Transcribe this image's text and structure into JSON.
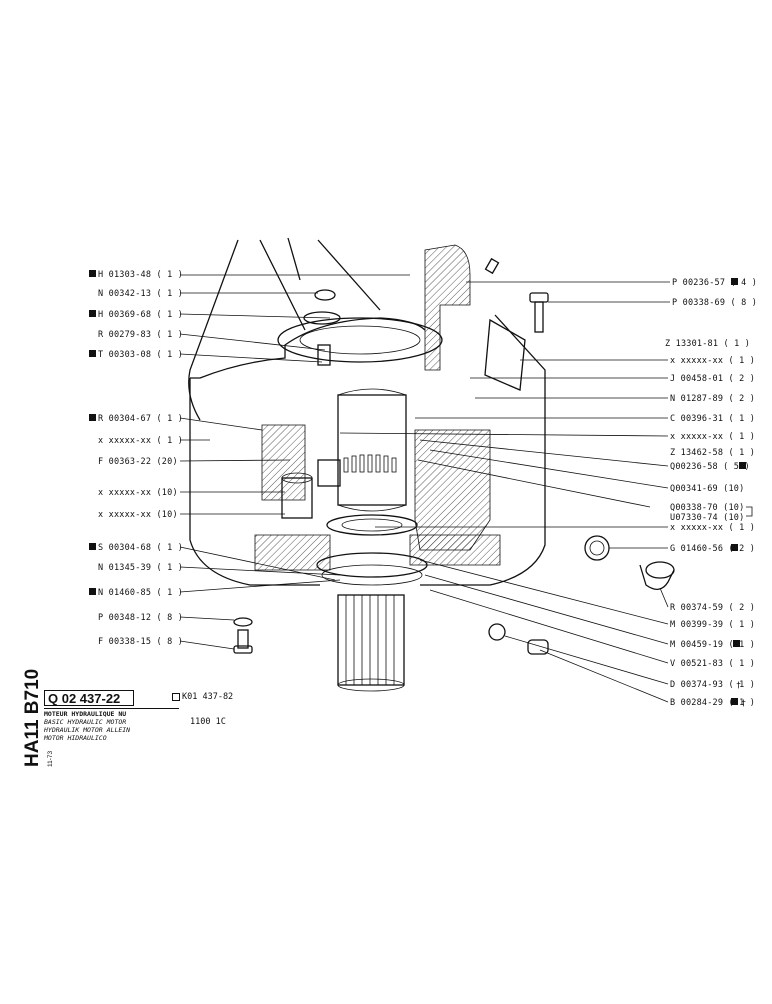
{
  "document": {
    "code": "Q 02 437-22",
    "ref_code": "K01 437-82",
    "model": "1100 1C",
    "side_code": "HA11 B710",
    "side_date": "11-73",
    "description": [
      "MOTEUR HYDRAULIQUE NU",
      "BASIC HYDRAULIC MOTOR",
      "HYDRAULIK MOTOR ALLEIN",
      "MOTOR HIDRAULICO"
    ]
  },
  "left_labels": [
    {
      "marker": "square",
      "text": "H 01303-48 ( 1 )"
    },
    {
      "marker": "",
      "text": "N 00342-13 ( 1 )"
    },
    {
      "marker": "square",
      "text": "H 00369-68 ( 1 )"
    },
    {
      "marker": "",
      "text": "R 00279-83 ( 1 )"
    },
    {
      "marker": "square",
      "text": "T 00303-08 ( 1 )"
    },
    {
      "marker": "square",
      "text": "R 00304-67 ( 1 )"
    },
    {
      "marker": "",
      "text": "x xxxxx-xx ( 1 )"
    },
    {
      "marker": "",
      "text": "F 00363-22 (20)"
    },
    {
      "marker": "",
      "text": "x xxxxx-xx (10)"
    },
    {
      "marker": "",
      "text": "x xxxxx-xx (10)"
    },
    {
      "marker": "square",
      "text": "S 00304-68 ( 1 )"
    },
    {
      "marker": "",
      "text": "N 01345-39 ( 1 )"
    },
    {
      "marker": "square",
      "text": "N 01460-85 ( 1 )"
    },
    {
      "marker": "",
      "text": "P 00348-12 ( 8 )"
    },
    {
      "marker": "",
      "text": "F 00338-15 ( 8 )"
    }
  ],
  "right_labels": [
    {
      "marker": "square",
      "text": "P 00236-57 ( 4 )"
    },
    {
      "marker": "",
      "text": "P 00338-69 ( 8 )"
    },
    {
      "marker": "",
      "text": "Z 13301-81 ( 1 )"
    },
    {
      "marker": "",
      "text": "x xxxxx-xx ( 1 )"
    },
    {
      "marker": "",
      "text": "J 00458-01 ( 2 )"
    },
    {
      "marker": "",
      "text": "N 01287-89 ( 2 )"
    },
    {
      "marker": "",
      "text": "C 00396-31 ( 1 )"
    },
    {
      "marker": "",
      "text": "x xxxxx-xx ( 1 )"
    },
    {
      "marker": "",
      "text": "Z 13462-58 ( 1 )"
    },
    {
      "marker": "",
      "text": "Q00236-58 ( 5 )"
    },
    {
      "marker": "",
      "text": "Q00341-69 (10)"
    },
    {
      "marker": "",
      "text": "Q00338-70 (10)"
    },
    {
      "marker": "",
      "text": "U07330-74 (10)"
    },
    {
      "marker": "",
      "text": "x xxxxx-xx ( 1 )"
    },
    {
      "marker": "",
      "text": "G 01460-56 ( 2 )"
    },
    {
      "marker": "",
      "text": "R 00374-59 ( 2 )"
    },
    {
      "marker": "",
      "text": "M 00399-39 ( 1 )"
    },
    {
      "marker": "",
      "text": "M 00459-19 ( 1 )"
    },
    {
      "marker": "",
      "text": "V 00521-83 ( 1 )"
    },
    {
      "marker": "",
      "text": "D 00374-93 ( 1 )"
    },
    {
      "marker": "",
      "text": "B 00284-29 ( 1 )"
    }
  ],
  "colors": {
    "ink": "#111111",
    "paper": "#ffffff"
  }
}
